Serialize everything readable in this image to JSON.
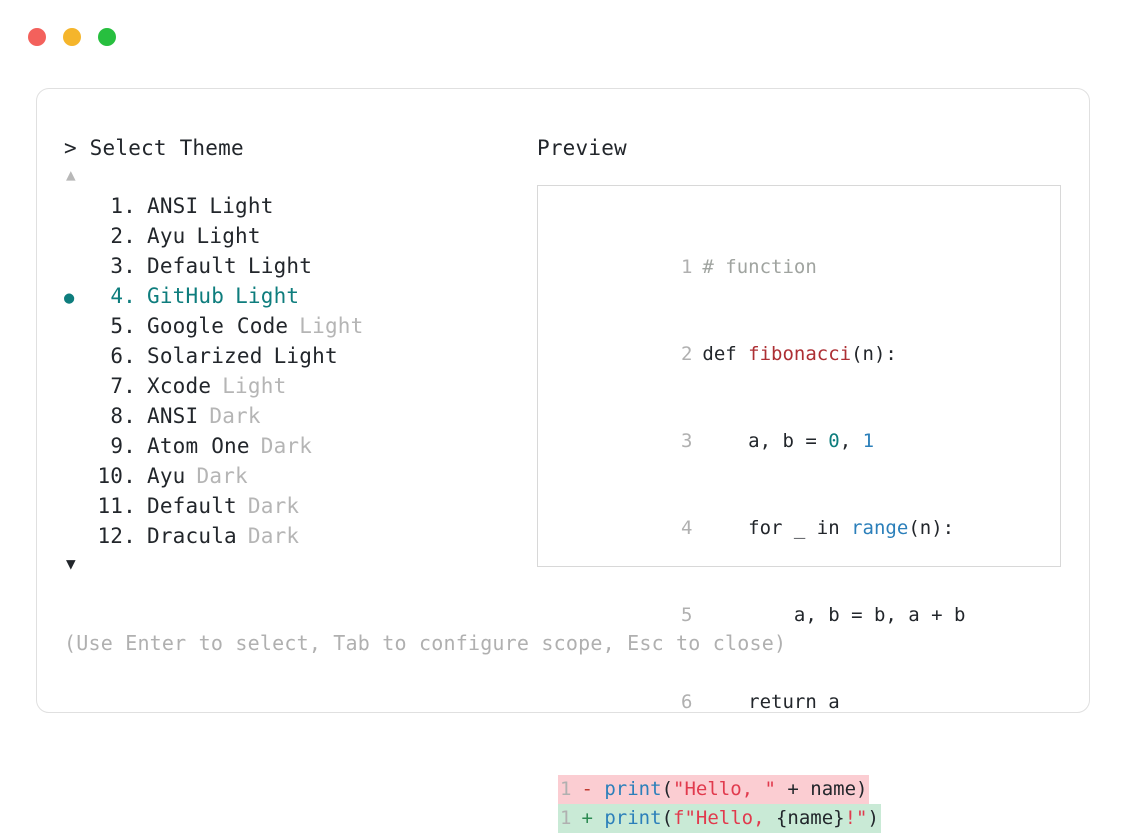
{
  "window": {
    "dots": [
      {
        "name": "close-dot",
        "color": "#f3615c"
      },
      {
        "name": "minimize-dot",
        "color": "#f5b52b"
      },
      {
        "name": "maximize-dot",
        "color": "#27bf3f"
      }
    ]
  },
  "prompt": {
    "marker": ">",
    "title": "Select Theme",
    "text": "> Select Theme"
  },
  "scroll": {
    "up_glyph": "▲",
    "down_glyph": "▼"
  },
  "selection": {
    "bullet_glyph": "●",
    "selected_index": 4,
    "accent_color": "#0e7d7d"
  },
  "themes": [
    {
      "num": "1.",
      "name": "ANSI",
      "suffix": "Light",
      "suffix_dim": false,
      "selected": false
    },
    {
      "num": "2.",
      "name": "Ayu",
      "suffix": "Light",
      "suffix_dim": false,
      "selected": false
    },
    {
      "num": "3.",
      "name": "Default",
      "suffix": "Light",
      "suffix_dim": false,
      "selected": false
    },
    {
      "num": "4.",
      "name": "GitHub",
      "suffix": "Light",
      "suffix_dim": false,
      "selected": true
    },
    {
      "num": "5.",
      "name": "Google Code",
      "suffix": "Light",
      "suffix_dim": true,
      "selected": false
    },
    {
      "num": "6.",
      "name": "Solarized",
      "suffix": "Light",
      "suffix_dim": false,
      "selected": false
    },
    {
      "num": "7.",
      "name": "Xcode",
      "suffix": "Light",
      "suffix_dim": true,
      "selected": false
    },
    {
      "num": "8.",
      "name": "ANSI",
      "suffix": "Dark",
      "suffix_dim": true,
      "selected": false
    },
    {
      "num": "9.",
      "name": "Atom One",
      "suffix": "Dark",
      "suffix_dim": true,
      "selected": false
    },
    {
      "num": "10.",
      "name": "Ayu",
      "suffix": "Dark",
      "suffix_dim": true,
      "selected": false
    },
    {
      "num": "11.",
      "name": "Default",
      "suffix": "Dark",
      "suffix_dim": true,
      "selected": false
    },
    {
      "num": "12.",
      "name": "Dracula",
      "suffix": "Dark",
      "suffix_dim": true,
      "selected": false
    }
  ],
  "preview": {
    "label": "Preview",
    "code": {
      "line1_num": "1",
      "line1_comment": "# function",
      "line2_num": "2",
      "line2_kw": "def ",
      "line2_fn": "fibonacci",
      "line2_rest": "(n):",
      "line3_num": "3",
      "line3_a": "    a, b = ",
      "line3_zero": "0",
      "line3_b": ", ",
      "line3_one": "1",
      "line4_num": "4",
      "line4_a": "    for _ in ",
      "line4_fn": "range",
      "line4_b": "(n):",
      "line5_num": "5",
      "line5_text": "        a, b = b, a + b",
      "line6_num": "6",
      "line6_text": "    return a"
    },
    "diff": {
      "del_num": "1",
      "del_sign": "-",
      "del_fn": "print",
      "del_open": "(",
      "del_str": "\"Hello, \"",
      "del_rest": " + name)",
      "add_num": "1",
      "add_sign": "+",
      "add_fn": "print",
      "add_open": "(",
      "add_str1": "f\"Hello, ",
      "add_var": "{name}",
      "add_str2": "!\"",
      "add_close": ")"
    }
  },
  "hint": "(Use Enter to select, Tab to configure scope, Esc to close)"
}
